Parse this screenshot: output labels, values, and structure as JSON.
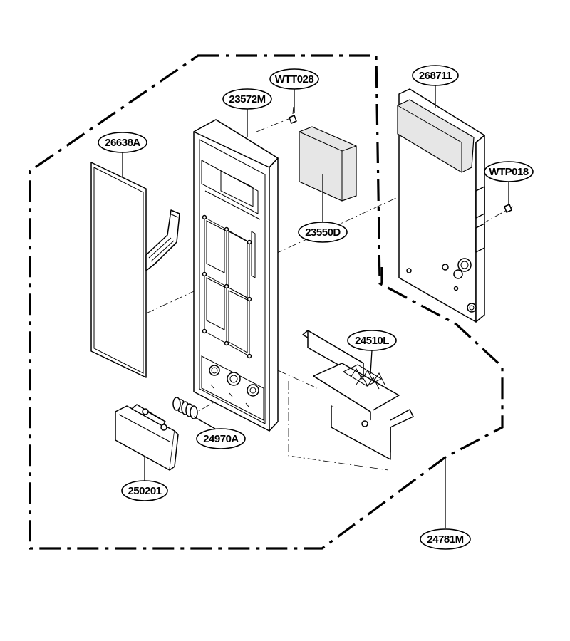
{
  "labels": {
    "part_26638A": "26638A",
    "part_23572M": "23572M",
    "part_WTT028": "WTT028",
    "part_23550D": "23550D",
    "part_268711": "268711",
    "part_WTP018": "WTP018",
    "part_24510L": "24510L",
    "part_24970A": "24970A",
    "part_250201": "250201",
    "part_24781M": "24781M"
  }
}
